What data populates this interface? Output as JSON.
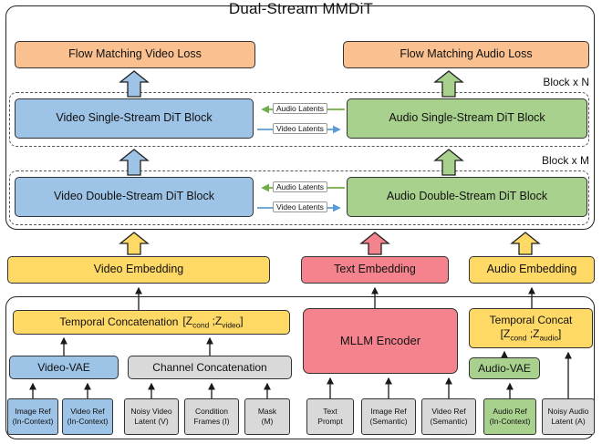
{
  "title": "Dual-Stream MMDiT",
  "top": {
    "video_loss": "Flow Matching Video Loss",
    "audio_loss": "Flow Matching Audio Loss",
    "block_n_label": "Block x N",
    "block_m_label": "Block x M",
    "video_single": "Video Single-Stream DiT Block",
    "audio_single": "Audio Single-Stream DiT Block",
    "video_double": "Video Double-Stream DiT Block",
    "audio_double": "Audio Double-Stream DiT Block",
    "audio_latents": "Audio Latents",
    "video_latents": "Video Latents"
  },
  "embeddings": {
    "video": "Video Embedding",
    "text": "Text Embedding",
    "audio": "Audio Embedding"
  },
  "bottom": {
    "temporal_concat_video": "Temporal Concatenation",
    "temporal_concat_video_expr": "[Z_{cond} ;Z_{video}]",
    "mllm": "MLLM Encoder",
    "temporal_concat_audio": "Temporal Concat",
    "temporal_concat_audio_expr": "[Z_{cond} ;Z_{audio}]",
    "video_vae": "Video-VAE",
    "channel_concat": "Channel Concatenation",
    "audio_vae": "Audio-VAE"
  },
  "inputs": [
    {
      "line1": "Image Ref",
      "line2": "(In-Context)",
      "bg": "#9DC3E6"
    },
    {
      "line1": "Video Ref",
      "line2": "(In-Context)",
      "bg": "#9DC3E6"
    },
    {
      "line1": "Noisy Video",
      "line2": "Latent (V)",
      "bg": "#D9D9D9"
    },
    {
      "line1": "Condition",
      "line2": "Frames (I)",
      "bg": "#D9D9D9"
    },
    {
      "line1": "Mask",
      "line2": "(M)",
      "bg": "#D9D9D9"
    },
    {
      "line1": "Text",
      "line2": "Prompt",
      "bg": "#D9D9D9"
    },
    {
      "line1": "Image Ref",
      "line2": "(Semantic)",
      "bg": "#D9D9D9"
    },
    {
      "line1": "Video Ref",
      "line2": "(Semantic)",
      "bg": "#D9D9D9"
    },
    {
      "line1": "Audio Ref",
      "line2": "(In-Context)",
      "bg": "#A9D18E"
    },
    {
      "line1": "Noisy Audio",
      "line2": "Latent (A)",
      "bg": "#D9D9D9"
    }
  ],
  "colors": {
    "peach": "#FAC090",
    "blue": "#9DC3E6",
    "green": "#A9D18E",
    "gold": "#FFD966",
    "salmon": "#F4838D",
    "gray": "#D9D9D9",
    "arrow_blue": "#5B9BD5",
    "arrow_green": "#70AD47"
  }
}
